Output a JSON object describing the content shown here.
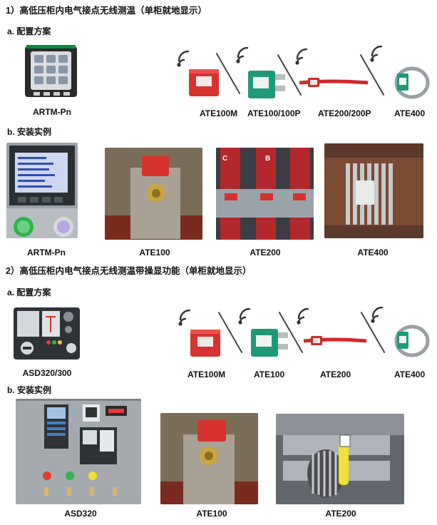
{
  "section1": {
    "title": "1）高低压柜内电气接点无线测温（单柜就地显示）",
    "config_label": "a.  配置方案",
    "install_label": "b.  安装实例",
    "products": [
      "ARTM-Pn",
      "ATE100M",
      "ATE100/100P",
      "ATE200/200P",
      "ATE400"
    ],
    "examples": [
      "ARTM-Pn",
      "ATE100",
      "ATE200",
      "ATE400"
    ]
  },
  "section2": {
    "title": "2）高低压柜内电气接点无线测温带操显功能（单柜就地显示）",
    "config_label": "a.  配置方案",
    "install_label": "b.  安装实例",
    "products": [
      "ASD320/300",
      "ATE100M",
      "ATE100",
      "ATE200",
      "ATE400"
    ],
    "examples": [
      "ASD320",
      "ATE100",
      "ATE200"
    ]
  },
  "photo_text": {
    "phase_c": "C",
    "phase_b": "B"
  },
  "colors": {
    "sensor_red": "#d8322f",
    "sensor_green": "#1f9a78",
    "strap_red": "#cf2a2a",
    "wifi": "#333333"
  }
}
